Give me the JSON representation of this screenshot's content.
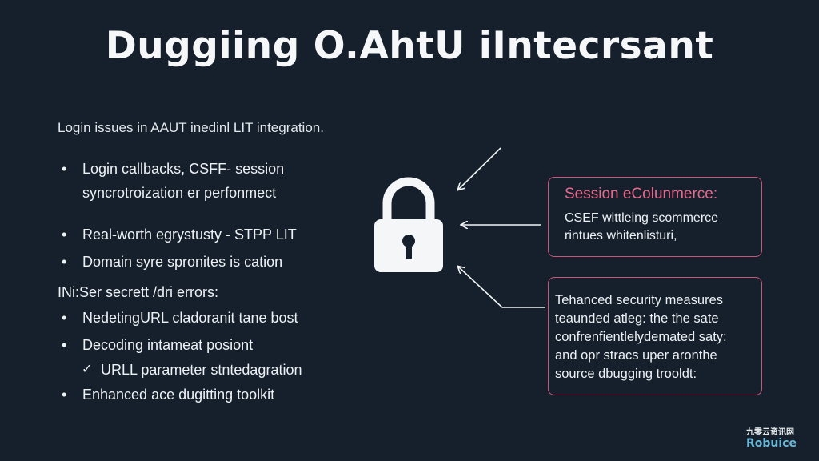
{
  "title": "Duggiing O.AhtU iIntecrsant",
  "intro": "Login issues in AAUT inedinl LIT integration.",
  "left_list": {
    "bullets": [
      {
        "line1": "Login callbacks, CSFF- session",
        "line2": "syncrotroization er perfonmect"
      },
      {
        "line1": "Real-worth egrystusty - STPP LIT"
      },
      {
        "line1": "Domain syre spronites is cation"
      }
    ],
    "heading": "INi:Ser secrett /dri errors:",
    "sub_bullets": [
      "NedetingURL cladoranit tane bost",
      "Decoding intameat posiont"
    ],
    "check_item": "URLL parameter stntedagration",
    "last_bullet": "Enhanced ace dugitting toolkit",
    "bullet_glyph": "•",
    "check_glyph": "✓"
  },
  "box_a": {
    "title": "Session eColunmerce:",
    "lines": [
      "CSEF wittleing scommerce",
      "rintues whitenlisturi,"
    ]
  },
  "box_b": {
    "lines": [
      "Tehanced security measures",
      "teaunded atleg: the the sate",
      "confrenfientlelydemated saty:",
      "and opr stracs  uper aronthe",
      "source dbugging trooldt:"
    ]
  },
  "watermark": {
    "top": "九零云资讯网",
    "bottom": "Robuice"
  },
  "colors": {
    "background": "#15202c",
    "accent": "#c8557a",
    "accent_text": "#e86a8c",
    "text": "#eef1f4",
    "watermark_blue": "#6bb7d8"
  },
  "icons": {
    "center": "padlock-icon",
    "arrows": "arrow-icon"
  }
}
